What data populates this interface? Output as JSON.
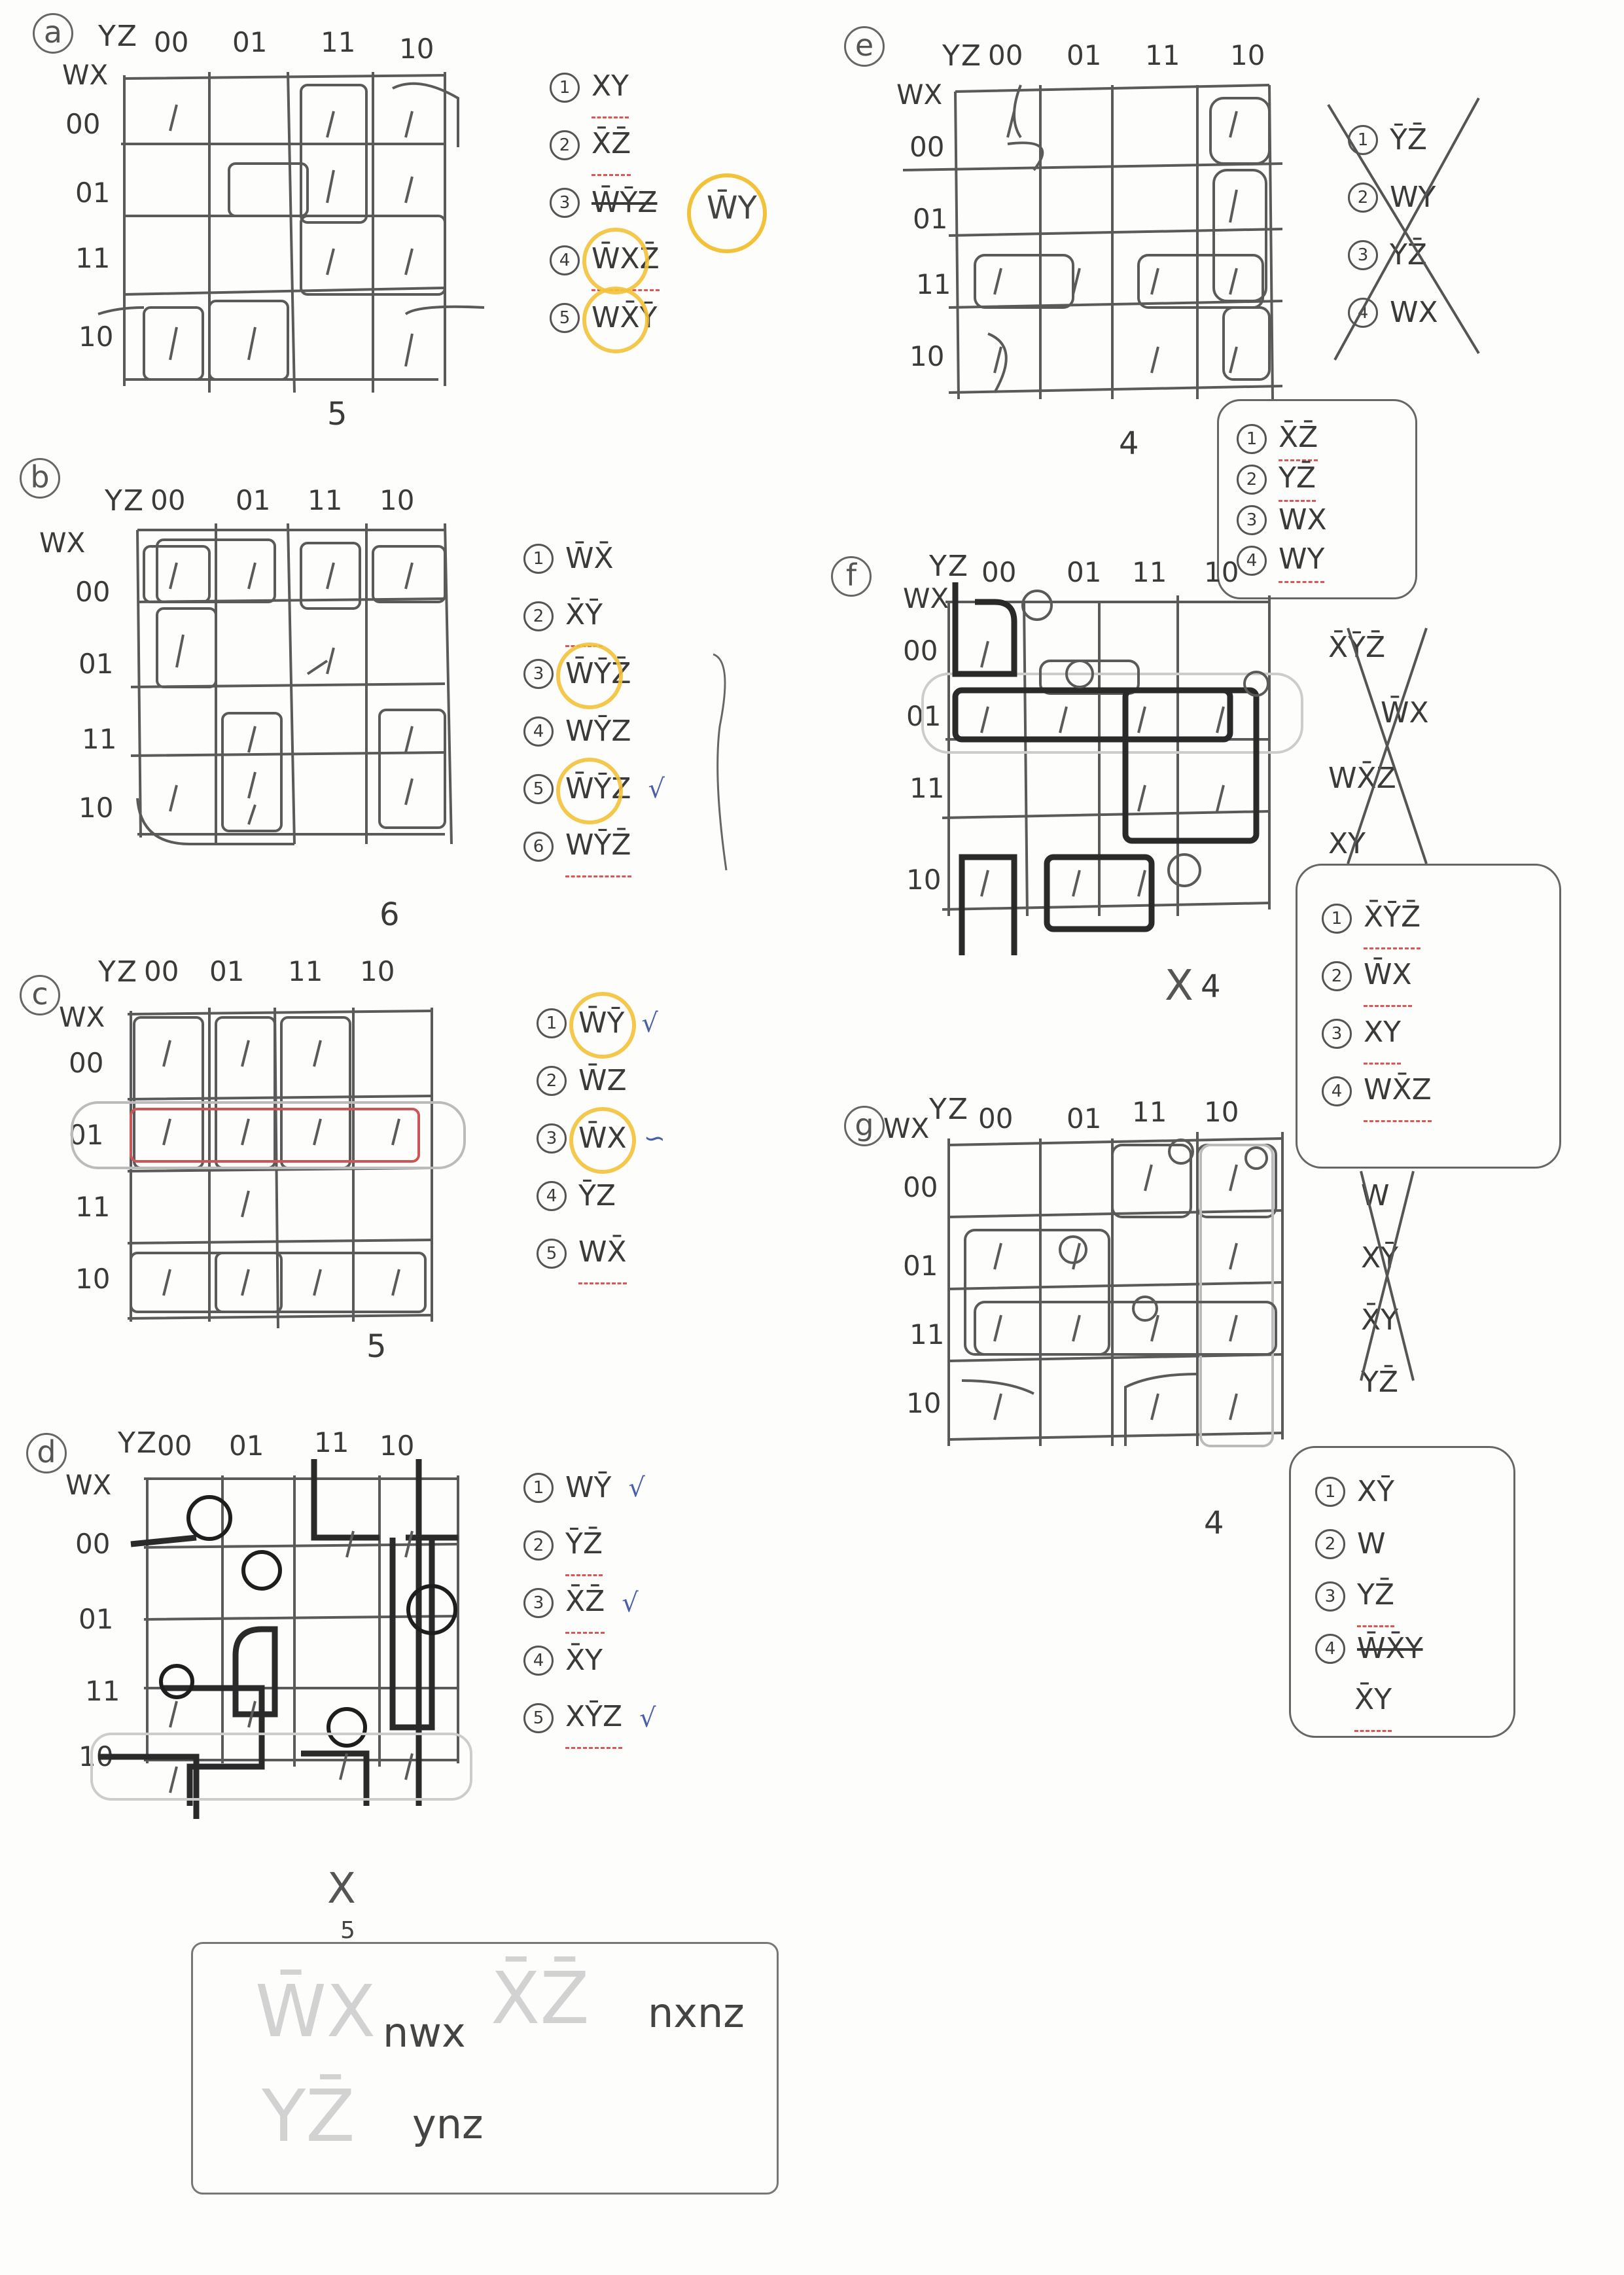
{
  "maps": [
    {
      "id": "a",
      "letter": "a",
      "yz": "YZ",
      "wx": "WX",
      "cols": [
        "00",
        "01",
        "11",
        "10"
      ],
      "rows": [
        "00",
        "01",
        "11",
        "10"
      ],
      "count": "5",
      "terms": [
        {
          "n": "1",
          "expr": "XY"
        },
        {
          "n": "2",
          "expr": "X̄Z̄"
        },
        {
          "n": "3",
          "expr": "W̄ȲZ",
          "strike": true
        },
        {
          "n": "4",
          "expr": "W̄XZ̄",
          "hl": true
        },
        {
          "n": "5",
          "expr": "WX̄Ȳ",
          "hl": true
        }
      ],
      "extra": "W̄Y"
    },
    {
      "id": "b",
      "letter": "b",
      "yz": "YZ",
      "wx": "WX",
      "cols": [
        "00",
        "01",
        "11",
        "10"
      ],
      "rows": [
        "00",
        "01",
        "11",
        "10"
      ],
      "count": "6",
      "terms": [
        {
          "n": "1",
          "expr": "W̄X̄"
        },
        {
          "n": "2",
          "expr": "X̄Ȳ"
        },
        {
          "n": "3",
          "expr": "W̄ȲZ̄",
          "hl": true
        },
        {
          "n": "4",
          "expr": "WȲZ"
        },
        {
          "n": "5",
          "expr": "W̄ȲZ",
          "hl": true,
          "check": true
        },
        {
          "n": "6",
          "expr": "WȲZ̄"
        }
      ]
    },
    {
      "id": "c",
      "letter": "c",
      "yz": "YZ",
      "wx": "WX",
      "cols": [
        "00",
        "01",
        "11",
        "10"
      ],
      "rows": [
        "00",
        "01",
        "11",
        "10"
      ],
      "count": "5",
      "terms": [
        {
          "n": "1",
          "expr": "W̄Ȳ",
          "hl": true,
          "check": true
        },
        {
          "n": "2",
          "expr": "W̄Z"
        },
        {
          "n": "3",
          "expr": "W̄X",
          "hl": true,
          "check": true
        },
        {
          "n": "4",
          "expr": "ȲZ"
        },
        {
          "n": "5",
          "expr": "WX̄"
        }
      ]
    },
    {
      "id": "d",
      "letter": "d",
      "yz": "YZ",
      "wx": "WX",
      "cols": [
        "00",
        "01",
        "11",
        "10"
      ],
      "rows": [
        "00",
        "01",
        "11",
        "10"
      ],
      "count": "X",
      "terms": [
        {
          "n": "1",
          "expr": "WȲ",
          "check": true
        },
        {
          "n": "2",
          "expr": "ȲZ̄"
        },
        {
          "n": "3",
          "expr": "X̄Z̄",
          "check": true
        },
        {
          "n": "4",
          "expr": "X̄Y"
        },
        {
          "n": "5",
          "expr": "XȲZ",
          "check": true
        }
      ]
    },
    {
      "id": "e",
      "letter": "e",
      "yz": "YZ",
      "wx": "WX",
      "cols": [
        "00",
        "01",
        "11",
        "10"
      ],
      "rows": [
        "00",
        "01",
        "11",
        "10"
      ],
      "count": "4",
      "crossed": [
        {
          "n": "1",
          "expr": "ȲZ̄"
        },
        {
          "n": "2",
          "expr": "WY"
        },
        {
          "n": "3",
          "expr": "YZ̄"
        },
        {
          "n": "4",
          "expr": "WX"
        }
      ],
      "terms": [
        {
          "n": "1",
          "expr": "X̄Z̄"
        },
        {
          "n": "2",
          "expr": "YZ̄"
        },
        {
          "n": "3",
          "expr": "WX"
        },
        {
          "n": "4",
          "expr": "WY"
        }
      ]
    },
    {
      "id": "f",
      "letter": "f",
      "yz": "YZ",
      "wx": "WX",
      "cols": [
        "00",
        "01",
        "11",
        "10"
      ],
      "rows": [
        "00",
        "01",
        "11",
        "10"
      ],
      "count": "4",
      "crossed": [
        {
          "n": "",
          "expr": "X̄ȲZ̄"
        },
        {
          "n": "",
          "expr": "W̄X"
        },
        {
          "n": "",
          "expr": "WX̄Z"
        },
        {
          "n": "",
          "expr": "XY"
        }
      ],
      "terms": [
        {
          "n": "1",
          "expr": "X̄ȲZ̄"
        },
        {
          "n": "2",
          "expr": "W̄X"
        },
        {
          "n": "3",
          "expr": "XY"
        },
        {
          "n": "4",
          "expr": "WX̄Z"
        }
      ]
    },
    {
      "id": "g",
      "letter": "g",
      "yz": "YZ",
      "wx": "WX",
      "cols": [
        "00",
        "01",
        "11",
        "10"
      ],
      "rows": [
        "00",
        "01",
        "11",
        "10"
      ],
      "count": "4",
      "crossed": [
        {
          "n": "",
          "expr": "W"
        },
        {
          "n": "",
          "expr": "XȲ"
        },
        {
          "n": "",
          "expr": "X̄Y"
        },
        {
          "n": "",
          "expr": "YZ̄"
        }
      ],
      "terms": [
        {
          "n": "1",
          "expr": "XȲ"
        },
        {
          "n": "2",
          "expr": "W"
        },
        {
          "n": "3",
          "expr": "YZ̄"
        },
        {
          "n": "4",
          "expr": "W̄X̄Y",
          "strike": true
        },
        {
          "n": "",
          "expr": "X̄Y"
        }
      ]
    }
  ],
  "bottom": {
    "tick": "5",
    "faded_1": "W̄X",
    "code_1": "nwx",
    "faded_2": "X̄Z̄",
    "code_2": "nxnz",
    "faded_3": "YZ̄",
    "code_3": "ynz"
  }
}
